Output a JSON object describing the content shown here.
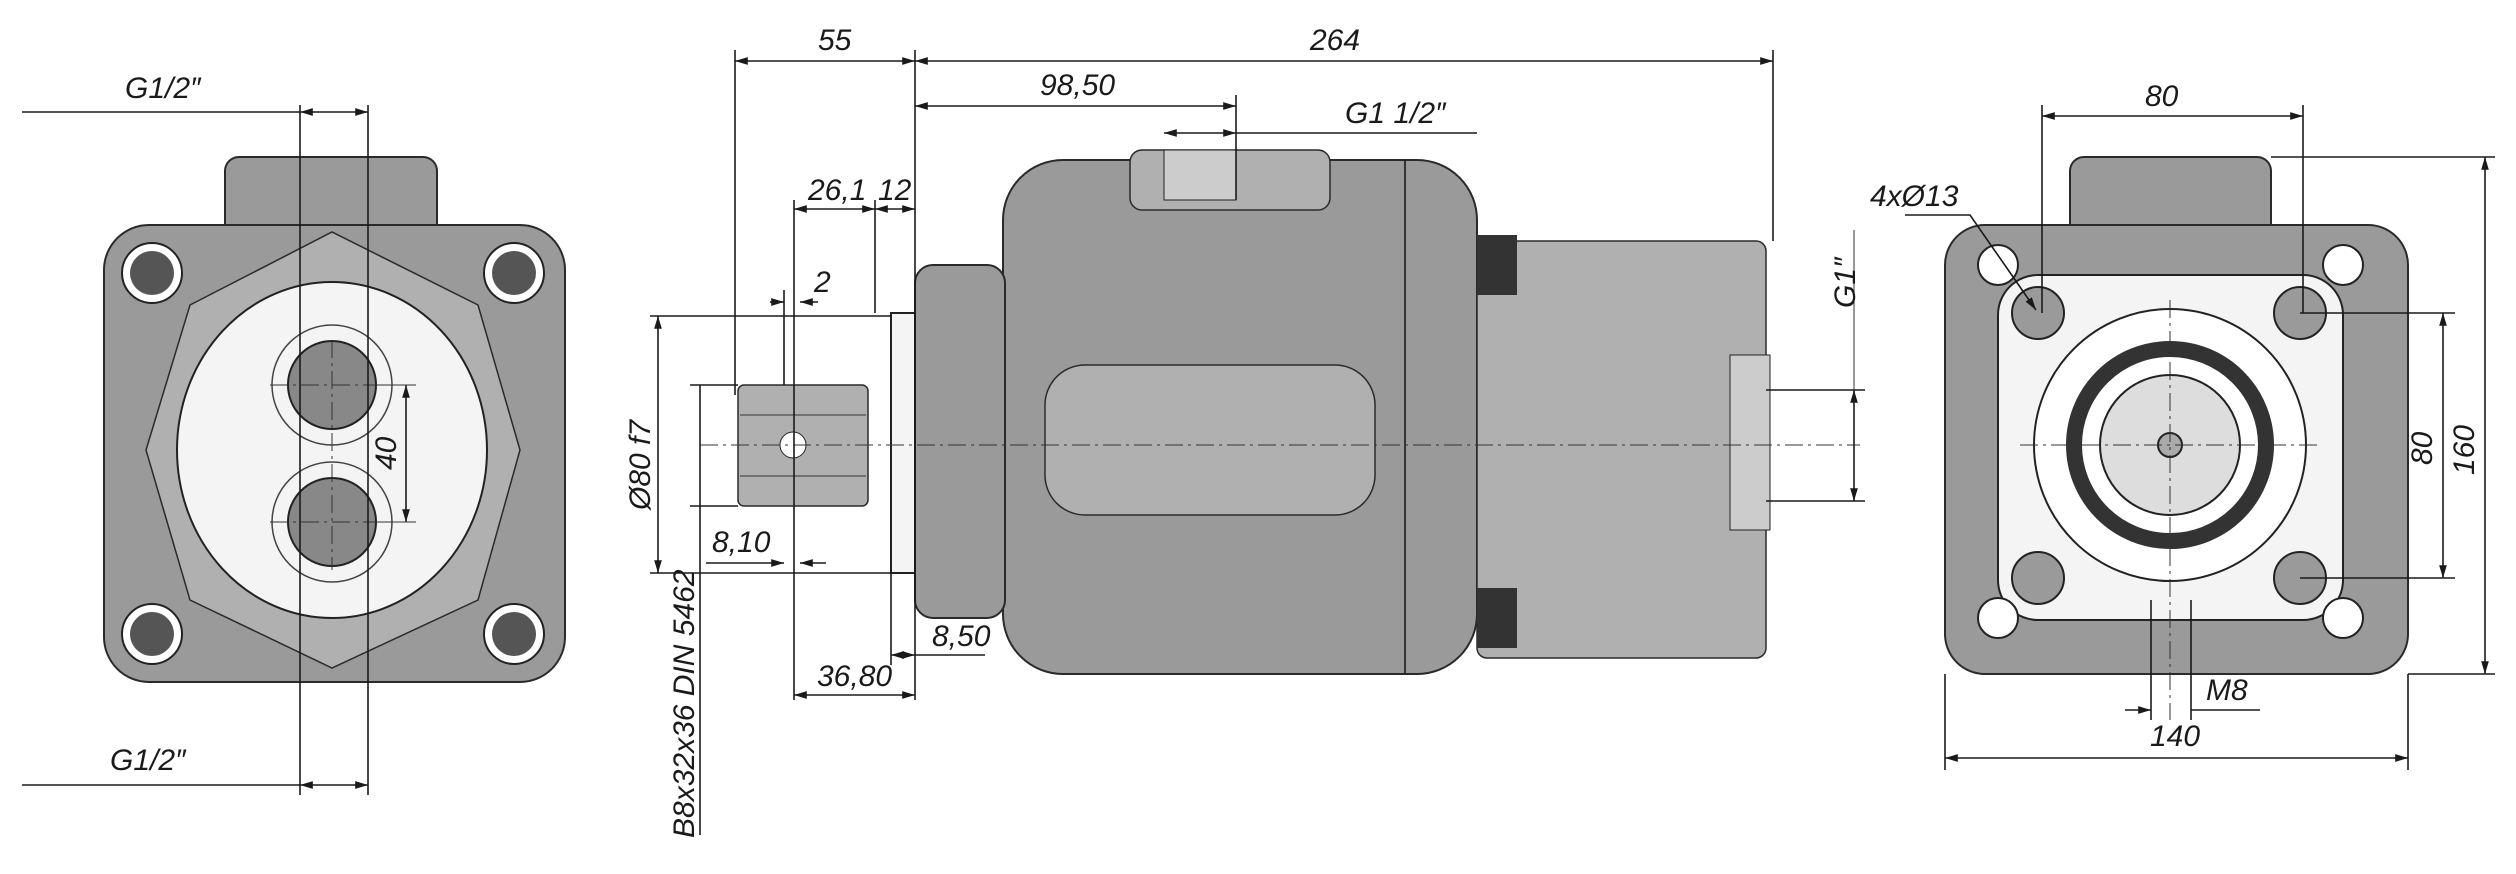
{
  "drawing": {
    "left_view": {
      "port_top_label": "G1/2″",
      "port_bottom_label": "G1/2″",
      "port_spacing": "40"
    },
    "side_view": {
      "shaft_length": "55",
      "body_length": "264",
      "port_position": "98,50",
      "outlet_port": "G1 1/2″",
      "spline_length": "26,1",
      "collar_length": "12",
      "groove_width": "2",
      "pilot_diameter": "Ø80 f7",
      "groove_position": "8,10",
      "spline_spec": "B8x32x36 DIN 5462",
      "shaft_to_flange": "36,80",
      "pilot_depth": "8,50",
      "inlet_port": "G1″"
    },
    "right_view": {
      "bolt_spacing_h": "80",
      "bolt_holes": "4xØ13",
      "bolt_spacing_v": "80",
      "height": "160",
      "thread": "M8",
      "width": "140"
    }
  },
  "colors": {
    "body": "#9a9a9a",
    "line": "#1a1a1a"
  }
}
